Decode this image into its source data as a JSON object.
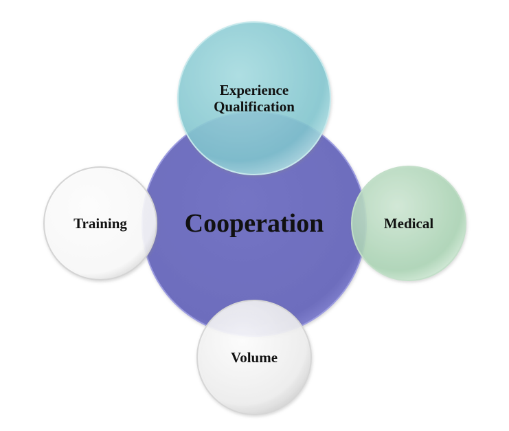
{
  "diagram": {
    "center": {
      "label": "Cooperation",
      "color": "#6f6fbf"
    },
    "top": {
      "line1": "Experience",
      "line2": "Qualification",
      "color": "#8fd0d6"
    },
    "left": {
      "label": "Training",
      "color": "#ffffff"
    },
    "right": {
      "label": "Medical",
      "color": "#b7dcc0"
    },
    "bottom": {
      "label": "Volume",
      "color": "#eeeeee"
    }
  }
}
